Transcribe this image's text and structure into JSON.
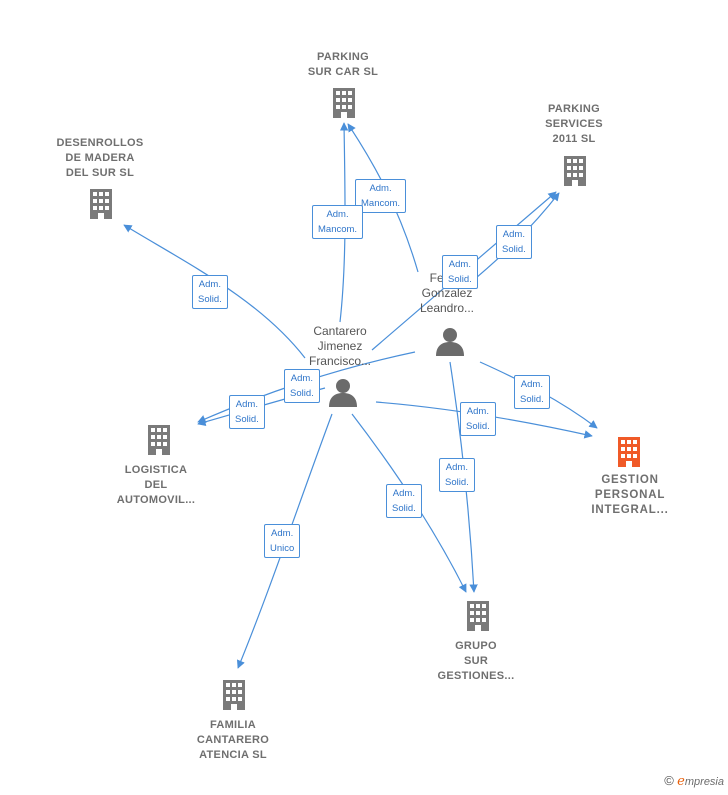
{
  "colors": {
    "edge": "#4a8fd9",
    "building": "#7a7a7a",
    "building_highlight": "#f05a28",
    "person": "#6b6b6b"
  },
  "nodes": {
    "parking_sur_car": {
      "label": "PARKING\nSUR CAR SL"
    },
    "parking_services": {
      "label": "PARKING\nSERVICES\n2011 SL"
    },
    "desenrollos": {
      "label": "DESENROLLOS\nDE MADERA\nDEL SUR  SL"
    },
    "logistica": {
      "label": "LOGISTICA\nDEL\nAUTOMOVIL..."
    },
    "gestion": {
      "label": "GESTION\nPERSONAL\nINTEGRAL..."
    },
    "grupo_sur": {
      "label": "GRUPO\nSUR\nGESTIONES..."
    },
    "familia": {
      "label": "FAMILIA\nCANTARERO\nATENCIA  SL"
    },
    "cantarero": {
      "label": "Cantarero\nJimenez\nFrancisco..."
    },
    "fernandez": {
      "label": "Fern...\nGonzalez\nLeandro..."
    }
  },
  "edges": {
    "e1": "Adm.\nMancom.",
    "e2": "Adm.\nMancom.",
    "e3": "Adm.\nSolid.",
    "e4": "Adm.\nSolid.",
    "e5": "Adm.\nSolid.",
    "e6": "Adm.\nSolid.",
    "e7": "Adm.\nSolid.",
    "e8": "Adm.\nSolid.",
    "e9": "Adm.\nSolid.",
    "e10": "Adm.\nSolid.",
    "e11": "Adm.\nSolid.",
    "e12": "Adm.\nUnico"
  },
  "footer": {
    "copyright": "©",
    "brand_initial": "e",
    "brand_rest": "mpresia"
  }
}
